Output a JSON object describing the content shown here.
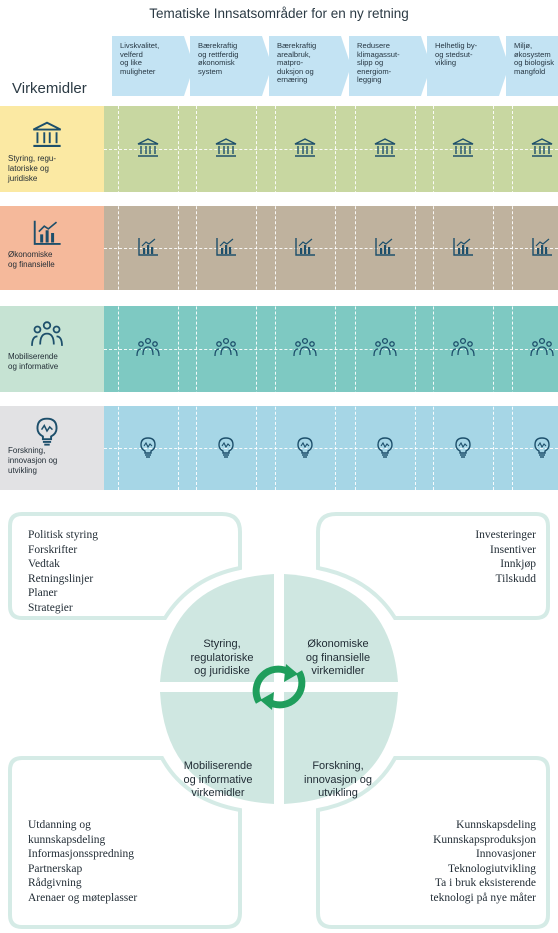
{
  "title": "Tematiske Innsatsområder for en ny retning",
  "side_title": "Virkemidler",
  "columns": [
    {
      "label": "Livskvalitet,\nvelferd\nog like\nmuligheter"
    },
    {
      "label": "Bærekraftig\nog rettferdig\nøkonomisk\nsystem"
    },
    {
      "label": "Bærekraftig\narealbruk,\nmatpro-\nduksjon og\nernæring"
    },
    {
      "label": "Redusere\nklimagassut-\nslipp og\nenergiom-\nlegging"
    },
    {
      "label": "Helhetlig by-\nog stedsut-\nvikling"
    },
    {
      "label": "Miljø,\nøkosystem\nog biologisk\nmangfold"
    }
  ],
  "rows": [
    {
      "label": "Styring, regu-\nlatoriske og\njuridiske",
      "icon": "institution-icon",
      "color": "#fbe9a3",
      "cell_color": "#c8d7a1"
    },
    {
      "label": "Økonomiske\nog finansielle",
      "icon": "chart-icon",
      "color": "#f5b99b",
      "cell_color": "#bfb29e"
    },
    {
      "label": "Mobiliserende\nog informative",
      "icon": "people-icon",
      "color": "#c6e3d3",
      "cell_color": "#7ec9c2"
    },
    {
      "label": "Forskning,\ninnovasjon og\nutvikling",
      "icon": "lightbulb-icon",
      "color": "#e2e2e4",
      "cell_color": "#a6d6e6"
    }
  ],
  "quadrants": {
    "top_left": {
      "items": [
        "Politisk styring",
        "Forskrifter",
        "Vedtak",
        "Retningslinjer",
        "Planer",
        "Strategier"
      ],
      "petal": "Styring,\nregulatoriske\nog juridiske"
    },
    "top_right": {
      "items": [
        "Investeringer",
        "Insentiver",
        "Innkjøp",
        "Tilskudd"
      ],
      "petal": "Økonomiske\nog finansielle\nvirkemidler"
    },
    "bottom_left": {
      "items": [
        "Utdanning og",
        "kunnskapsdeling",
        "Informasjonsspredning",
        "Partnerskap",
        "Rådgivning",
        "Arenaer og møteplasser"
      ],
      "petal": "Mobiliserende\nog informative\nvirkemidler"
    },
    "bottom_right": {
      "items": [
        "Kunnskapsdeling",
        "Kunnskapsproduksjon",
        "Innovasjoner",
        "Teknologiutvikling",
        "Ta i bruk eksisterende",
        "teknologi på nye måter"
      ],
      "petal": "Forskning,\ninnovasjon og\nutvikling"
    }
  },
  "colors": {
    "frame": "#d5ebe6",
    "petal": "#cfe7e1",
    "arrow": "#1f9e5c",
    "header": "#c3e3f3"
  }
}
